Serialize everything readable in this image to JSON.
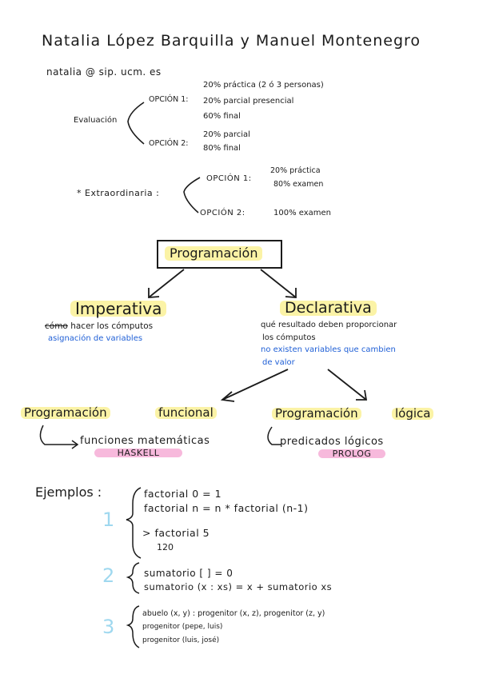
{
  "header": {
    "authors": "Natalia López Barquilla y Manuel Montenegro",
    "email": "natalia @ sip. ucm. es"
  },
  "evaluacion": {
    "label": "Evaluación",
    "opcion1_label": "OPCIÓN 1:",
    "opcion1_items": [
      "20% práctica (2 ó 3 personas)",
      "20% parcial presencial",
      "60% final"
    ],
    "opcion2_label": "OPCIÓN 2:",
    "opcion2_items": [
      "20% parcial",
      "80% final"
    ]
  },
  "extraordinaria": {
    "label": "* Extraordinaria :",
    "opcion1_label": "OPCIÓN 1:",
    "opcion1_items": [
      "20% práctica",
      "80% examen"
    ],
    "opcion2_label": "OPCIÓN 2:",
    "opcion2_value": "100% examen"
  },
  "diagram": {
    "root": "Programación",
    "imperativa": {
      "title": "Imperativa",
      "desc_struck": "cómo",
      "desc_rest": "hacer los cómputos",
      "blue": "asignación de variables"
    },
    "declarativa": {
      "title": "Declarativa",
      "desc_line1": "qué resultado deben proporcionar",
      "desc_line2": "los cómputos",
      "blue_line1": "no existen variables que cambien",
      "blue_line2": "de valor"
    },
    "funcional": {
      "word1": "Programación",
      "word2": "funcional",
      "desc": "funciones matemáticas",
      "lang": "HASKELL"
    },
    "logica": {
      "word1": "Programación",
      "word2": "lógica",
      "desc": "predicados lógicos",
      "lang": "PROLOG"
    }
  },
  "ejemplos": {
    "label": "Ejemplos :",
    "ex1": {
      "number": "1",
      "line1": "factorial 0 = 1",
      "line2": "factorial n = n * factorial (n-1)",
      "line3": "> factorial 5",
      "line4": "120"
    },
    "ex2": {
      "number": "2",
      "line1": "sumatorio [ ] = 0",
      "line2": "sumatorio (x : xs) = x + sumatorio xs"
    },
    "ex3": {
      "number": "3",
      "line1": "abuelo (x, y) : progenitor (x, z), progenitor (z, y)",
      "line2": "progenitor (pepe, luis)",
      "line3": "progenitor (luis, josé)"
    }
  }
}
